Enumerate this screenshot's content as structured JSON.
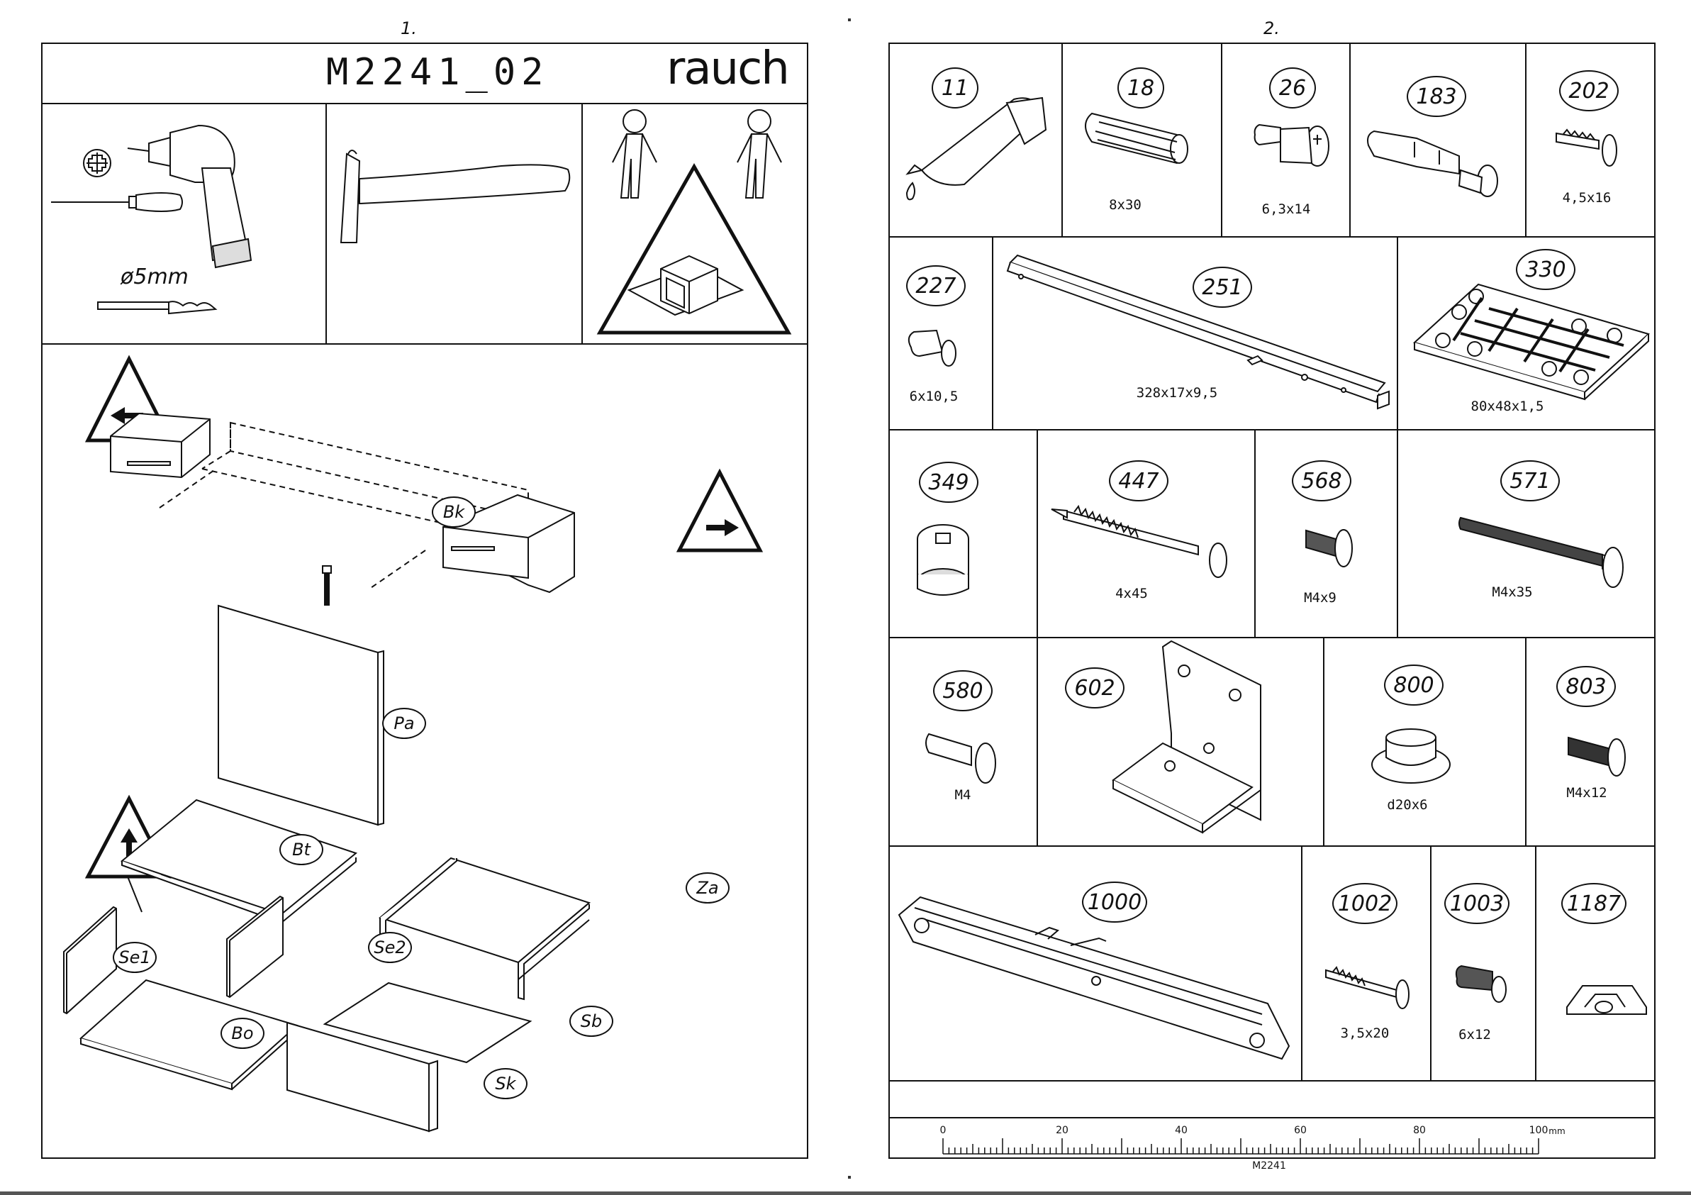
{
  "page_left": {
    "page_number": "1.",
    "title": "M2241_02",
    "brand": "rauch",
    "drill_size": "ø5mm",
    "parts": {
      "bk": "Bk",
      "pa": "Pa",
      "bt": "Bt",
      "se1": "Se1",
      "se2": "Se2",
      "bo": "Bo",
      "za": "Za",
      "sb": "Sb",
      "sk": "Sk"
    }
  },
  "page_right": {
    "page_number": "2.",
    "hardware": [
      {
        "num": "11",
        "size": ""
      },
      {
        "num": "18",
        "size": "8x30"
      },
      {
        "num": "26",
        "size": "6,3x14"
      },
      {
        "num": "183",
        "size": ""
      },
      {
        "num": "202",
        "size": "4,5x16"
      },
      {
        "num": "227",
        "size": "6x10,5"
      },
      {
        "num": "251",
        "size": "328x17x9,5"
      },
      {
        "num": "330",
        "size": "80x48x1,5"
      },
      {
        "num": "349",
        "size": ""
      },
      {
        "num": "447",
        "size": "4x45"
      },
      {
        "num": "568",
        "size": "M4x9"
      },
      {
        "num": "571",
        "size": "M4x35"
      },
      {
        "num": "580",
        "size": "M4"
      },
      {
        "num": "602",
        "size": ""
      },
      {
        "num": "800",
        "size": "d20x6"
      },
      {
        "num": "803",
        "size": "M4x12"
      },
      {
        "num": "1000",
        "size": ""
      },
      {
        "num": "1002",
        "size": "3,5x20"
      },
      {
        "num": "1003",
        "size": "6x12"
      },
      {
        "num": "1187",
        "size": ""
      }
    ],
    "ruler": {
      "labels": [
        "0",
        "20",
        "40",
        "60",
        "80",
        "100"
      ],
      "unit": "mm",
      "code": "M2241"
    }
  }
}
